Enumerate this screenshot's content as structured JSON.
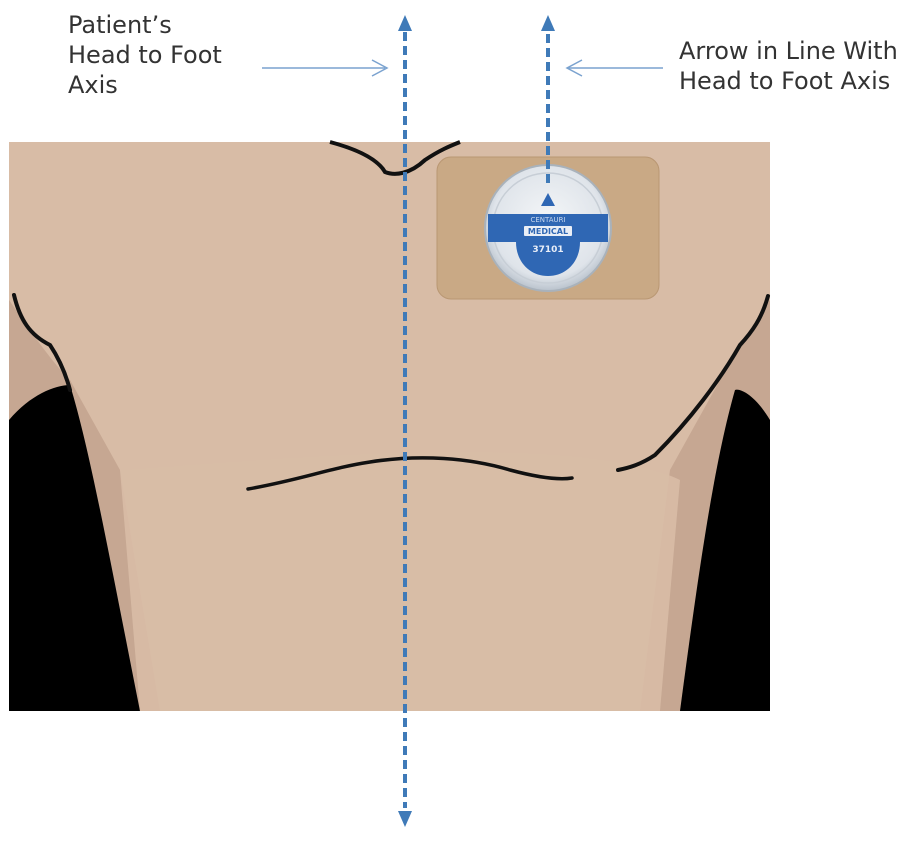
{
  "annotations": {
    "left_label": [
      "Patient’s",
      "Head to Foot",
      "Axis"
    ],
    "right_label": [
      "Arrow in Line With",
      "Head to Foot Axis"
    ]
  },
  "device": {
    "brand_line1": "CENTAURI",
    "brand_line2": "MEDICAL",
    "model": "37101"
  },
  "colors": {
    "skin": "#d8bca6",
    "skin_shadow": "#c8a893",
    "patch": "#c9a985",
    "axis_blue": "#3f7ab8",
    "pointer_blue": "#7aa2cf",
    "device_blue": "#2f67b4",
    "outline": "#111111"
  }
}
